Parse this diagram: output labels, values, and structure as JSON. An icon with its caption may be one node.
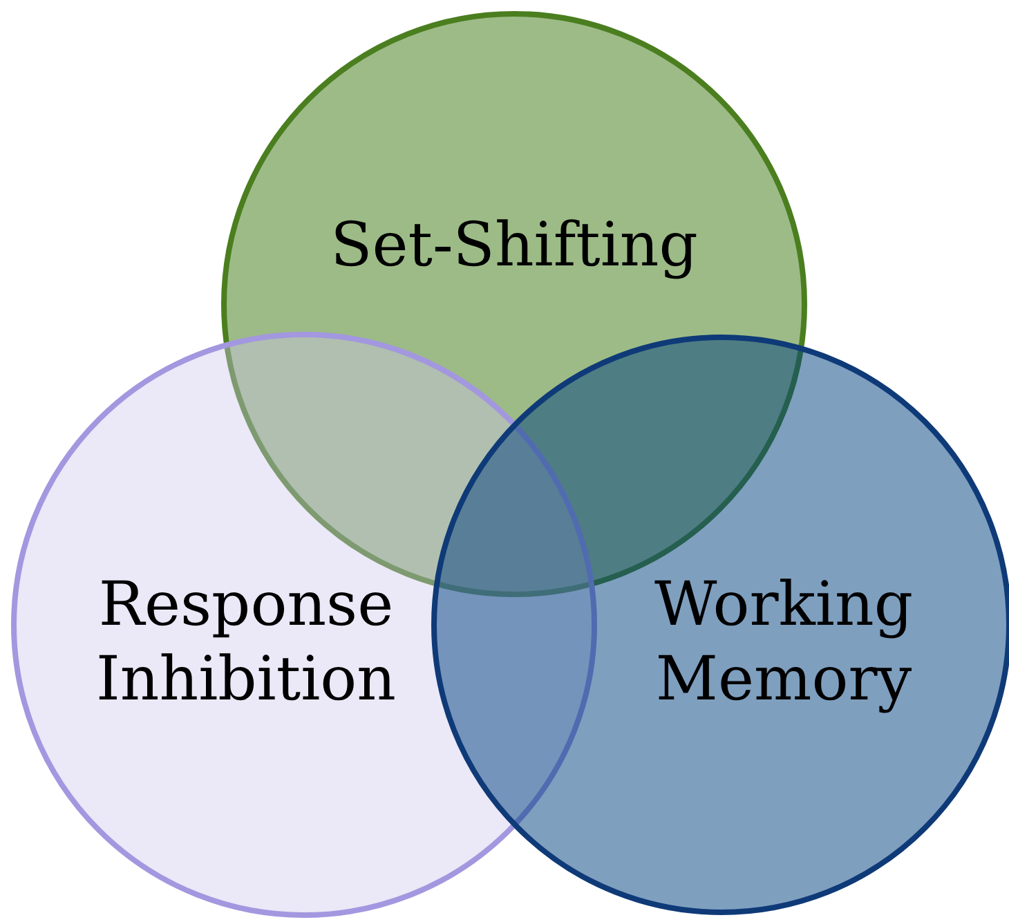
{
  "diagram": {
    "nodes": [
      {
        "text": [
          "Set-Shifting"
        ]
      },
      {
        "text": [
          "Response Inhibition"
        ]
      },
      {
        "text": [
          "Working Memory"
        ]
      }
    ]
  }
}
